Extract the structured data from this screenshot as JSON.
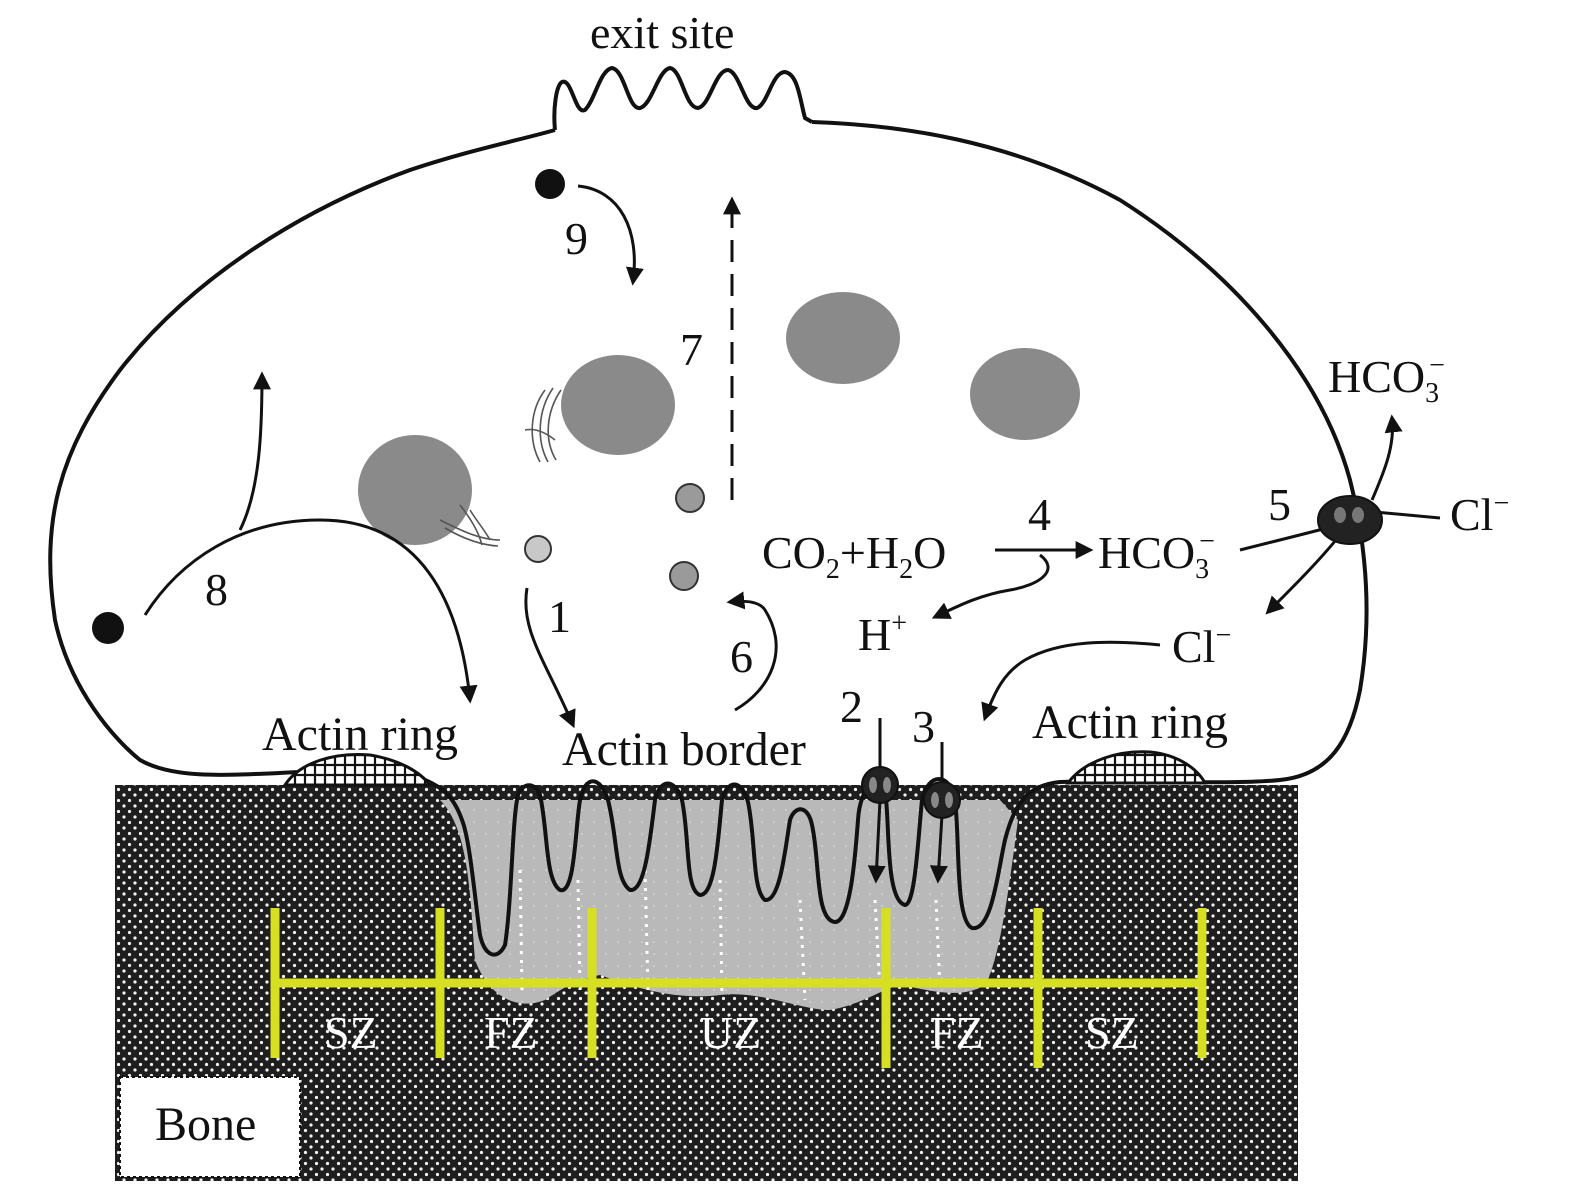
{
  "diagram": {
    "labels": {
      "exit_site": "exit site",
      "actin_ring_left": "Actin ring",
      "actin_ring_right": "Actin ring",
      "actin_border": "Actin border",
      "bone": "Bone",
      "reaction": {
        "co": "CO",
        "sub2": "2",
        "plus_h": "+H",
        "sub2b": "2",
        "o": "O"
      },
      "bicarbonate_inside": {
        "base": "HCO",
        "sub": "3",
        "sup": "−"
      },
      "bicarbonate_outside": {
        "base": "HCO",
        "sub": "3",
        "sup": "−"
      },
      "proton": {
        "base": "H",
        "sup": "+"
      },
      "chloride_outside": {
        "base": "Cl",
        "sup": "−"
      },
      "chloride_inside": {
        "base": "Cl",
        "sup": "−"
      }
    },
    "step_numbers": [
      "1",
      "2",
      "3",
      "4",
      "5",
      "6",
      "7",
      "8",
      "9"
    ],
    "zones": [
      "SZ",
      "FZ",
      "UZ",
      "FZ",
      "SZ"
    ],
    "colors": {
      "outline": "#111111",
      "bone_dark": "#1e1e1e",
      "lacuna_gray": "#b9b9b9",
      "nucleus_gray": "#8a8a8a",
      "zone_bar": "#d6df22",
      "ring_fill": "#ffffff"
    }
  }
}
